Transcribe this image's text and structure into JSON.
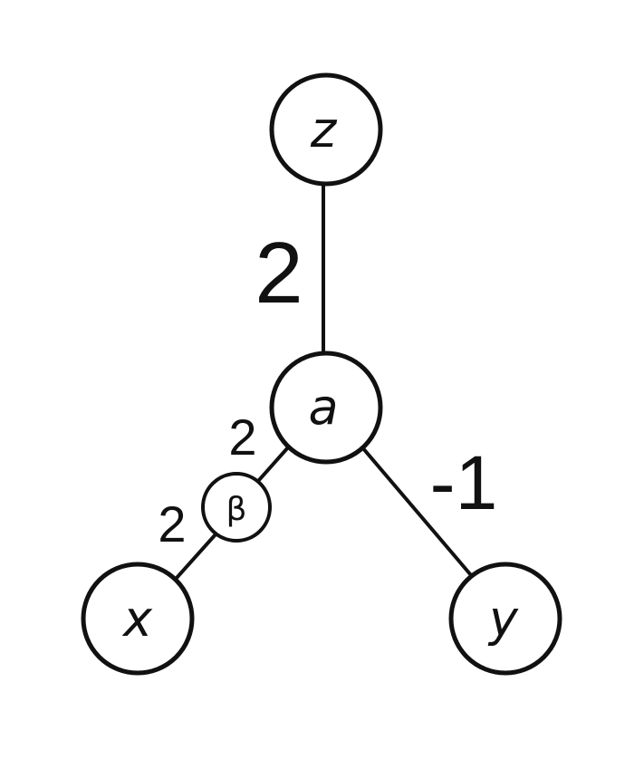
{
  "nodes": {
    "z": "z",
    "a": "a",
    "x": "x",
    "y": "y",
    "beta": "β"
  },
  "edges": {
    "z_a": "2",
    "a_beta": "2",
    "beta_x": "2",
    "a_y": "-1"
  },
  "colors": {
    "stroke": "#111111",
    "fill": "#ffffff"
  }
}
